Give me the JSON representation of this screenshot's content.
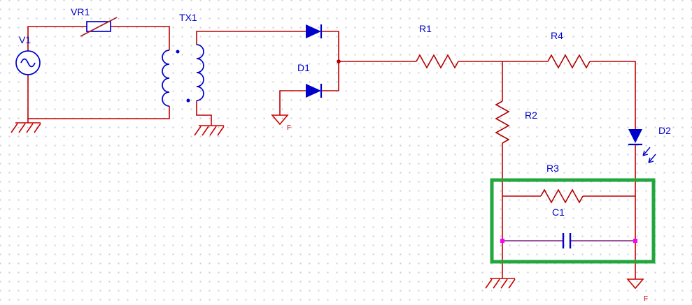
{
  "components": {
    "v1": {
      "label": "V1",
      "type": "ac-voltage-source"
    },
    "vr1": {
      "label": "VR1",
      "type": "varistor"
    },
    "tx1": {
      "label": "TX1",
      "type": "transformer"
    },
    "d1": {
      "label": "D1",
      "type": "diode-pair-rectifier"
    },
    "r1": {
      "label": "R1",
      "type": "resistor"
    },
    "r2": {
      "label": "R2",
      "type": "resistor"
    },
    "r3": {
      "label": "R3",
      "type": "resistor"
    },
    "r4": {
      "label": "R4",
      "type": "resistor"
    },
    "c1": {
      "label": "C1",
      "type": "capacitor"
    },
    "d2": {
      "label": "D2",
      "type": "led"
    }
  },
  "flags": {
    "f_mid": {
      "label": "F"
    },
    "f_bottom": {
      "label": "F"
    }
  },
  "grounds": [
    "earth-ground-v1",
    "earth-ground-tx1-secondary",
    "flag-ground-d1",
    "earth-ground-bottom-left",
    "flag-ground-bottom-right"
  ],
  "colors": {
    "wire": "#c00000",
    "component": "#0000cc",
    "resistor": "#b40000",
    "label_text": "#0000cc",
    "ground": "#cc0000",
    "flag_text": "#cc0000",
    "selection_highlight": "#21a73d",
    "junction_marker": "#ff00ff",
    "c1_net_wire": "#7a2080",
    "grid_dot": "#c9cdd9",
    "background": "#ffffff"
  }
}
